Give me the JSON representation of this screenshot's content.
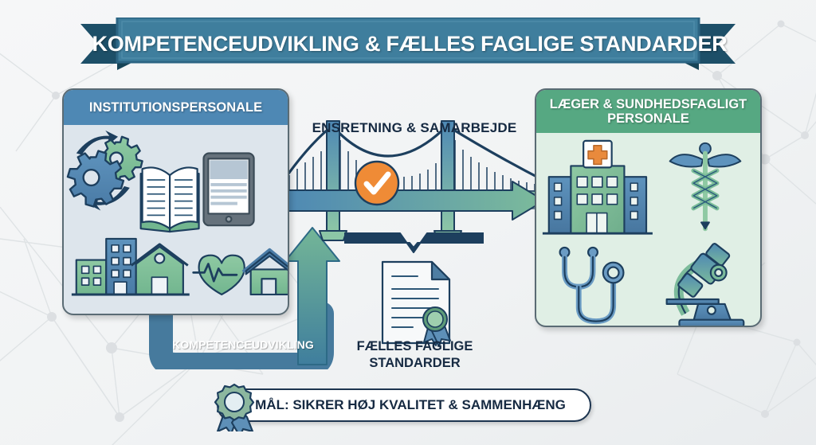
{
  "title": {
    "text": "KOMPETENCEUDVIKLING & FÆLLES FAGLIGE STANDARDER",
    "ribbon_color": "#3f7e9d",
    "ribbon_fold_color": "#1d4f68"
  },
  "panels": {
    "left": {
      "header": "INSTITUTIONSPERSONALE",
      "header_color": "#4e88b4",
      "body_color": "#dde5ec",
      "icons": [
        {
          "name": "gears-icon",
          "label": "Gears with cycle arrows"
        },
        {
          "name": "open-book-icon",
          "label": "Open book"
        },
        {
          "name": "tablet-icon",
          "label": "Tablet device"
        },
        {
          "name": "buildings-icon",
          "label": "Institution buildings"
        },
        {
          "name": "heart-pulse-icon",
          "label": "Heart with pulse line"
        },
        {
          "name": "house-icon",
          "label": "House"
        }
      ]
    },
    "right": {
      "header": "LÆGER & SUNDHEDSFAGLIGT PERSONALE",
      "header_color": "#56a882",
      "body_color": "#e0efe5",
      "icons": [
        {
          "name": "hospital-icon",
          "label": "Hospital with cross"
        },
        {
          "name": "caduceus-icon",
          "label": "Caduceus"
        },
        {
          "name": "stethoscope-icon",
          "label": "Stethoscope"
        },
        {
          "name": "microscope-icon",
          "label": "Microscope"
        }
      ]
    }
  },
  "center": {
    "label": "ENSRETNING & SAMARBEJDE",
    "check_badge_color": "#ef8b36",
    "bridge_cable_color": "#1d3f5e",
    "arrow_gradient": [
      "#4e88b4",
      "#76bb9a"
    ]
  },
  "standards": {
    "label": "FÆLLES FAGLIGE STANDARDER",
    "icon": "certificate-document-icon",
    "seal_color": "#8cc39b"
  },
  "kompetence": {
    "label": "KOMPETENCEUDVIKLING",
    "loop_color": "#4a7fa3",
    "arrow_gradient": [
      "#6fb596",
      "#3f7e9d"
    ]
  },
  "goal": {
    "label": "MÅL: SIKRER HØJ KVALITET & SAMMENHÆNG",
    "icon": "award-rosette-icon",
    "rosette_color": "#8cb79f",
    "ribbon_color": "#5e90b8"
  }
}
